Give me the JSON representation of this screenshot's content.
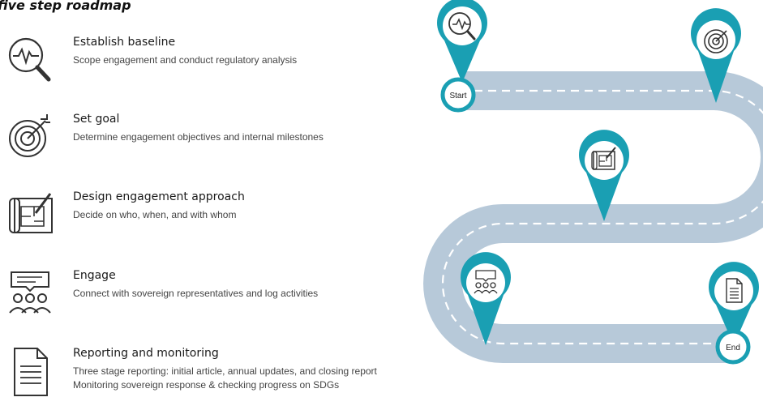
{
  "heading": "five step roadmap",
  "steps": [
    {
      "icon": "baseline-analysis-icon",
      "title": "Establish baseline",
      "desc": [
        "Scope engagement and conduct regulatory analysis"
      ]
    },
    {
      "icon": "target-goal-icon",
      "title": "Set goal",
      "desc": [
        "Determine engagement objectives and internal milestones"
      ]
    },
    {
      "icon": "blueprint-design-icon",
      "title": "Design engagement approach",
      "desc": [
        "Decide on who, when, and with whom"
      ]
    },
    {
      "icon": "engage-people-icon",
      "title": "Engage",
      "desc": [
        "Connect with sovereign representatives and log activities"
      ]
    },
    {
      "icon": "report-document-icon",
      "title": "Reporting and monitoring",
      "desc": [
        "Three stage reporting: initial article, annual updates, and closing report",
        "Monitoring sovereign response & checking progress on SDGs"
      ]
    }
  ],
  "road": {
    "start_label": "Start",
    "end_label": "End"
  },
  "colors": {
    "road": "#b7c9d9",
    "marker": "#1a9fb3",
    "line": "#ffffff"
  }
}
